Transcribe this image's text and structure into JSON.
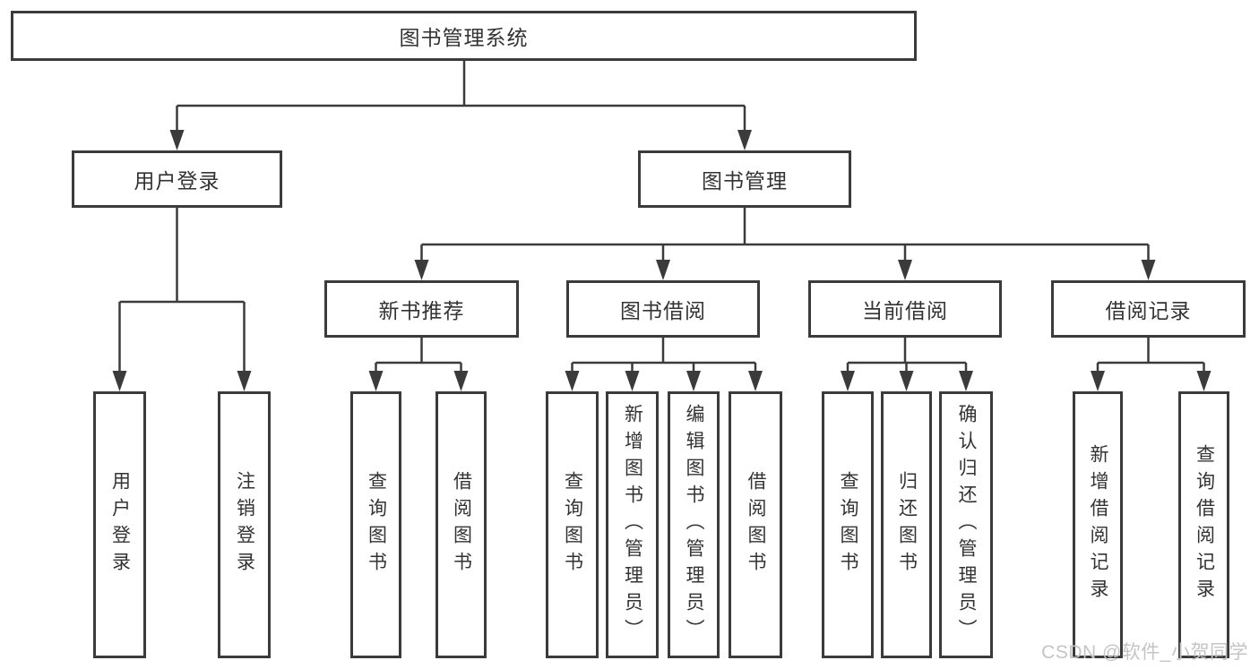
{
  "diagram": {
    "root": {
      "label": "图书管理系统"
    },
    "branches": {
      "user_login": {
        "label": "用户登录"
      },
      "book_mgmt": {
        "label": "图书管理"
      }
    },
    "modules": {
      "new_books": {
        "label": "新书推荐"
      },
      "book_borrow": {
        "label": "图书借阅"
      },
      "current_borrow": {
        "label": "当前借阅"
      },
      "borrow_records": {
        "label": "借阅记录"
      }
    },
    "leaves": {
      "user_login_leaf": {
        "label": "用户登录"
      },
      "logout": {
        "label": "注销登录"
      },
      "nb_query": {
        "label": "查询图书"
      },
      "nb_borrow": {
        "label": "借阅图书"
      },
      "bb_query": {
        "label": "查询图书"
      },
      "bb_add": {
        "label": "新增图书（管理员）"
      },
      "bb_edit": {
        "label": "编辑图书（管理员）"
      },
      "bb_borrow": {
        "label": "借阅图书"
      },
      "cb_query": {
        "label": "查询图书"
      },
      "cb_return": {
        "label": "归还图书"
      },
      "cb_confirm": {
        "label": "确认归还（管理员）"
      },
      "br_add": {
        "label": "新增借阅记录"
      },
      "br_query": {
        "label": "查询借阅记录"
      }
    }
  },
  "watermark": {
    "text": "CSDN @软件_小贺同学"
  },
  "colors": {
    "line": "#3b3b3b",
    "text": "#333333",
    "watermark": "#c4c4c4",
    "background": "#ffffff"
  }
}
